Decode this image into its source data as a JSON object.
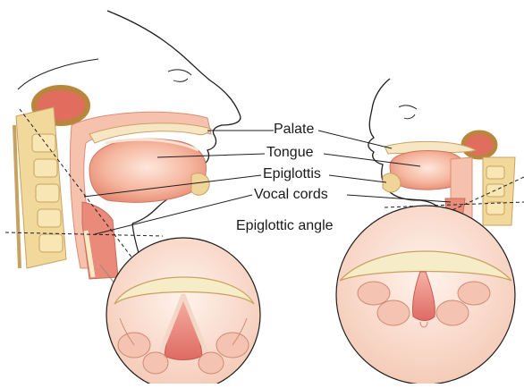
{
  "labels": {
    "palate": "Palate",
    "tongue": "Tongue",
    "epiglottis": "Epiglottis",
    "vocal_cords": "Vocal cords",
    "epiglottic_angle": "Epiglottic angle"
  },
  "colors": {
    "outline": "#1e1e1e",
    "skin": "#fbe7dc",
    "tissue": "#f3a98f",
    "tissue_dark": "#e3796b",
    "airway": "#e9807b",
    "bone": "#f0dba0",
    "bone_dark": "#c9a262",
    "cartilage": "#f7ecc8",
    "fat": "#f4d7c6"
  }
}
